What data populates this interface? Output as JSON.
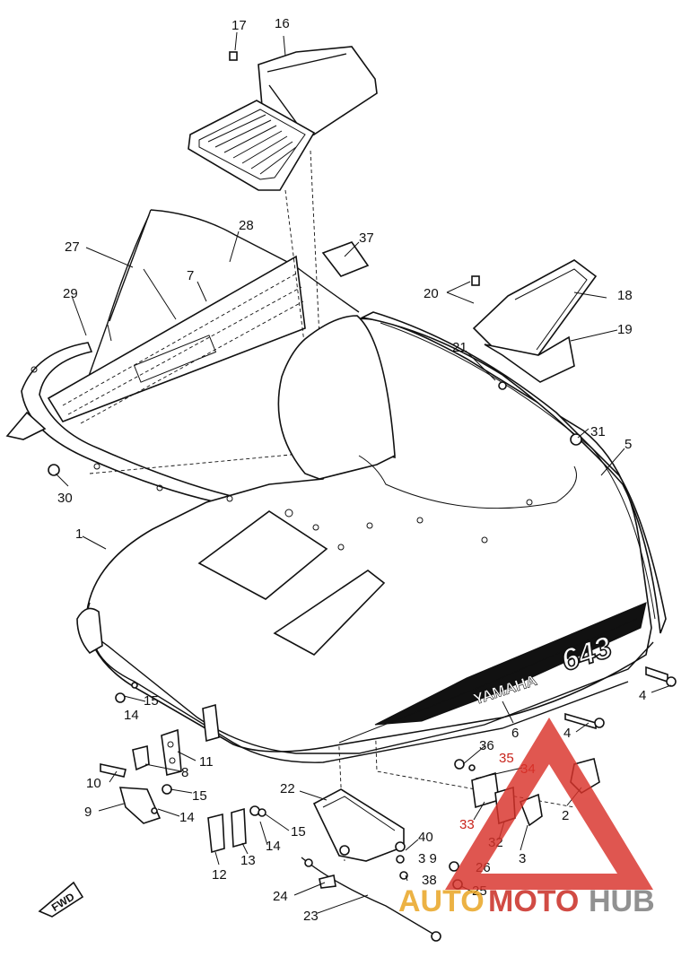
{
  "diagram": {
    "hood_brand_text": "YAMAHA",
    "hood_model_text": "643",
    "fwd_label": "FWD",
    "callouts": [
      {
        "id": "c17",
        "label": "17"
      },
      {
        "id": "c16",
        "label": "16"
      },
      {
        "id": "c28",
        "label": "28"
      },
      {
        "id": "c37",
        "label": "37"
      },
      {
        "id": "c27",
        "label": "27"
      },
      {
        "id": "c7",
        "label": "7"
      },
      {
        "id": "c20",
        "label": "20"
      },
      {
        "id": "c18",
        "label": "18"
      },
      {
        "id": "c29",
        "label": "29"
      },
      {
        "id": "c19",
        "label": "19"
      },
      {
        "id": "c21",
        "label": "21"
      },
      {
        "id": "c31",
        "label": "31"
      },
      {
        "id": "c5",
        "label": "5"
      },
      {
        "id": "c30",
        "label": "30"
      },
      {
        "id": "c1",
        "label": "1"
      },
      {
        "id": "c4a",
        "label": "4"
      },
      {
        "id": "c15a",
        "label": "15"
      },
      {
        "id": "c14a",
        "label": "14"
      },
      {
        "id": "c4b",
        "label": "4"
      },
      {
        "id": "c6",
        "label": "6"
      },
      {
        "id": "c11",
        "label": "11"
      },
      {
        "id": "c36",
        "label": "36"
      },
      {
        "id": "c35",
        "label": "35"
      },
      {
        "id": "c8",
        "label": "8"
      },
      {
        "id": "c34",
        "label": "34"
      },
      {
        "id": "c10",
        "label": "10"
      },
      {
        "id": "c15b",
        "label": "15"
      },
      {
        "id": "c2",
        "label": "2"
      },
      {
        "id": "c9",
        "label": "9"
      },
      {
        "id": "c14b",
        "label": "14"
      },
      {
        "id": "c22",
        "label": "22"
      },
      {
        "id": "c33",
        "label": "33"
      },
      {
        "id": "c15c",
        "label": "15"
      },
      {
        "id": "c32",
        "label": "32"
      },
      {
        "id": "c14c",
        "label": "14"
      },
      {
        "id": "c13",
        "label": "13"
      },
      {
        "id": "c40",
        "label": "40"
      },
      {
        "id": "c39",
        "label": "3 9"
      },
      {
        "id": "c3",
        "label": "3"
      },
      {
        "id": "c12",
        "label": "12"
      },
      {
        "id": "c26",
        "label": "26"
      },
      {
        "id": "c38",
        "label": "38"
      },
      {
        "id": "c25",
        "label": "25"
      },
      {
        "id": "c24",
        "label": "24"
      },
      {
        "id": "c23",
        "label": "23"
      }
    ]
  },
  "watermark": {
    "part1": "AUTO",
    "part2": "MOTO",
    "part3": "HUB",
    "colors": {
      "auto": "#e8a21c",
      "moto": "#c8241c",
      "hub": "#7a7a7a",
      "triangle": "#d9322a"
    }
  }
}
